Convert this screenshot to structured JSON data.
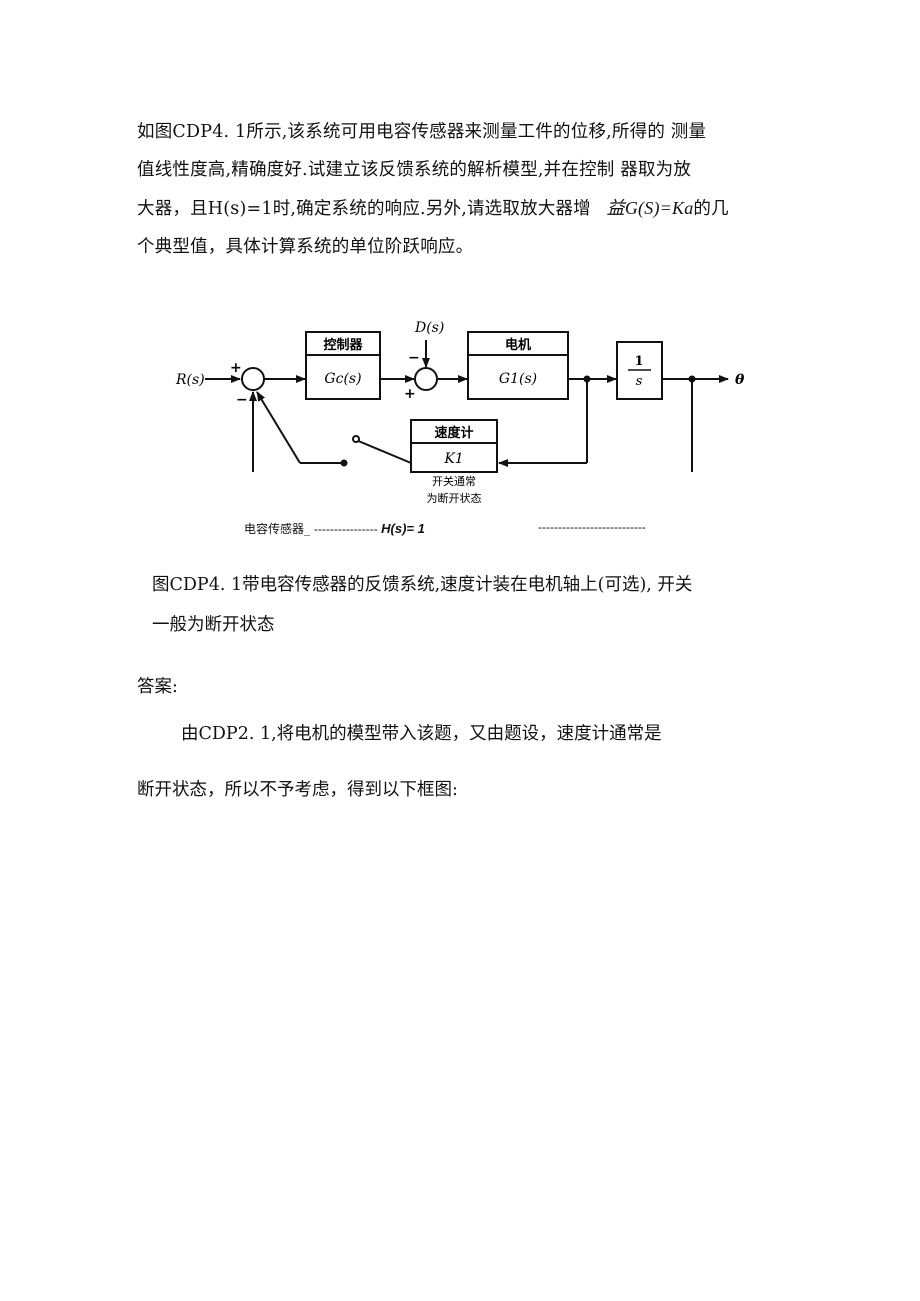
{
  "problem": {
    "line1": "如图CDP4.  1所示,该系统可用电容传感器来测量工件的位移,所得的  测量",
    "line2": "值线性度高,精确度好.试建立该反馈系统的解析模型,并在控制  器取为放",
    "line3_prefix": "大器，且H(s)=1时,确定系统的响应.另外,请选取放大器增",
    "line3_formula": "益G(S)=Ka",
    "line3_suffix": "的几",
    "line4": "个典型值，具体计算系统的单位阶跃响应。"
  },
  "diagram": {
    "input_label": "R(s)",
    "disturbance_label": "D(s)",
    "output_label": "θ",
    "plus1": "+",
    "minus1": "−",
    "minus2": "−",
    "plus2": "+",
    "controller_title": "控制器",
    "controller_tf": "Gc(s)",
    "motor_title": "电机",
    "motor_tf": "G1(s)",
    "integrator_num": "1",
    "integrator_den": "s",
    "tacho_title": "速度计",
    "tacho_gain": "K1",
    "switch_note_line1": "开关通常",
    "switch_note_line2": "为断开状态",
    "sensor_label": "电容传感器_",
    "sensor_dashes": "---------------- ",
    "sensor_tf": "H(s)= 1",
    "sensor_dashes_right": "---------------------------"
  },
  "caption": {
    "line1": "图CDP4.  1带电容传感器的反馈系统,速度计装在电机轴上(可选),    开关",
    "line2": "一般为断开状态"
  },
  "answer": {
    "label": "答案:",
    "line1": "由CDP2.  1,将电机的模型带入该题，又由题设，速度计通常是",
    "line2": "断开状态，所以不予考虑，得到以下框图:"
  }
}
